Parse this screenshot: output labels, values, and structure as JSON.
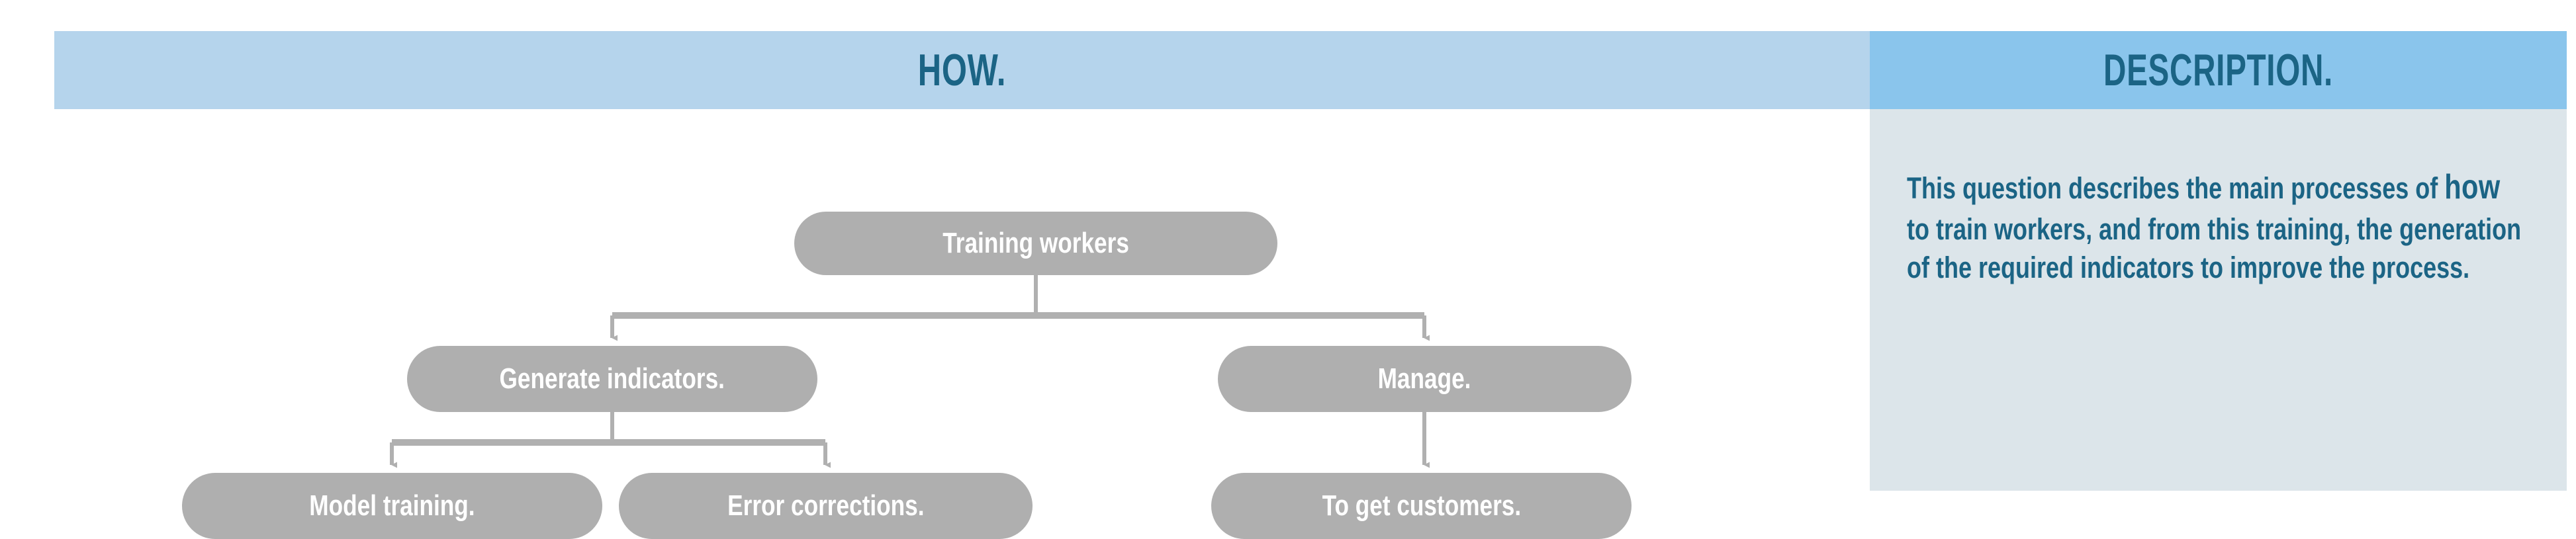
{
  "panels": {
    "how": {
      "title": "HOW.",
      "header_color": "#b5d4ec",
      "title_color": "#1b6485",
      "body_color": "#ffffff"
    },
    "description": {
      "title": "DESCRIPTION.",
      "header_color": "#8ac5ec",
      "body_color": "#dce5ea",
      "text_color": "#1b6485",
      "text_part_1": "This question describes the main processes of ",
      "text_emphasis": "how",
      "text_part_2": " to train workers, and from this training, the generation of the required indicators to improve the process.",
      "full_text": "This question describes the main processes of how to train workers, and from this training, the generation of the required indicators to improve the process."
    }
  },
  "chart_data": {
    "type": "diagram",
    "subtype": "tree-flowchart",
    "title": "HOW.",
    "orientation": "top-down",
    "node_fill": "#afafaf",
    "node_text_color": "#ffffff",
    "connector_color": "#b0b0b0",
    "nodes": [
      {
        "id": "training",
        "label": "Training workers",
        "level": 0,
        "branch": "root"
      },
      {
        "id": "generate",
        "label": "Generate indicators.",
        "level": 1,
        "branch": "left"
      },
      {
        "id": "manage",
        "label": "Manage.",
        "level": 1,
        "branch": "right"
      },
      {
        "id": "model",
        "label": "Model training.",
        "level": 2,
        "branch": "left"
      },
      {
        "id": "error",
        "label": "Error corrections.",
        "level": 2,
        "branch": "left"
      },
      {
        "id": "customers",
        "label": "To get customers.",
        "level": 2,
        "branch": "right"
      }
    ],
    "edges": [
      {
        "from": "training",
        "to": "generate",
        "style": "elbow-arrow"
      },
      {
        "from": "training",
        "to": "manage",
        "style": "elbow-arrow"
      },
      {
        "from": "generate",
        "to": "model",
        "style": "elbow-arrow"
      },
      {
        "from": "generate",
        "to": "error",
        "style": "elbow-arrow"
      },
      {
        "from": "manage",
        "to": "customers",
        "style": "straight-arrow"
      }
    ]
  }
}
